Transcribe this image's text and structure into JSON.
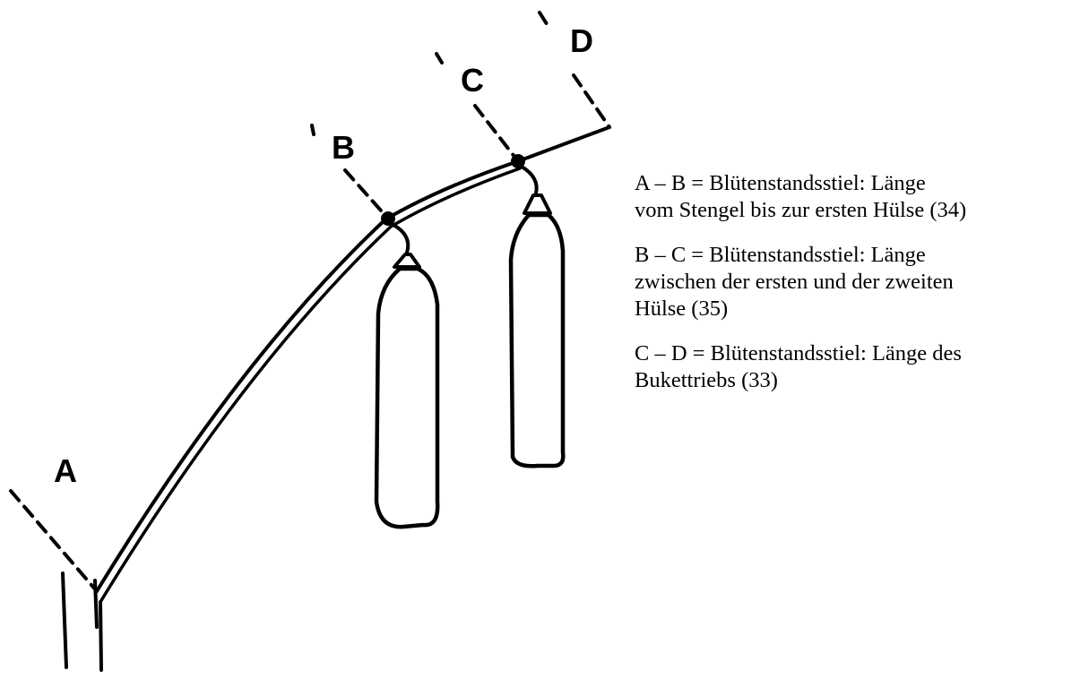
{
  "labels": {
    "a": "A",
    "b": "B",
    "c": "C",
    "d": "D"
  },
  "legend": [
    {
      "line1": "A – B = Blütenstandsstiel: Länge",
      "line2": "vom Stengel bis zur ersten Hülse (34)"
    },
    {
      "line1": "B – C = Blütenstandsstiel: Länge",
      "line2": "zwischen der ersten und der zweiten",
      "line3": "Hülse (35)"
    },
    {
      "line1": "C – D = Blütenstandsstiel: Länge des",
      "line2": "Bukettriebs (33)"
    }
  ],
  "colors": {
    "ink": "#000000",
    "background": "#ffffff"
  }
}
